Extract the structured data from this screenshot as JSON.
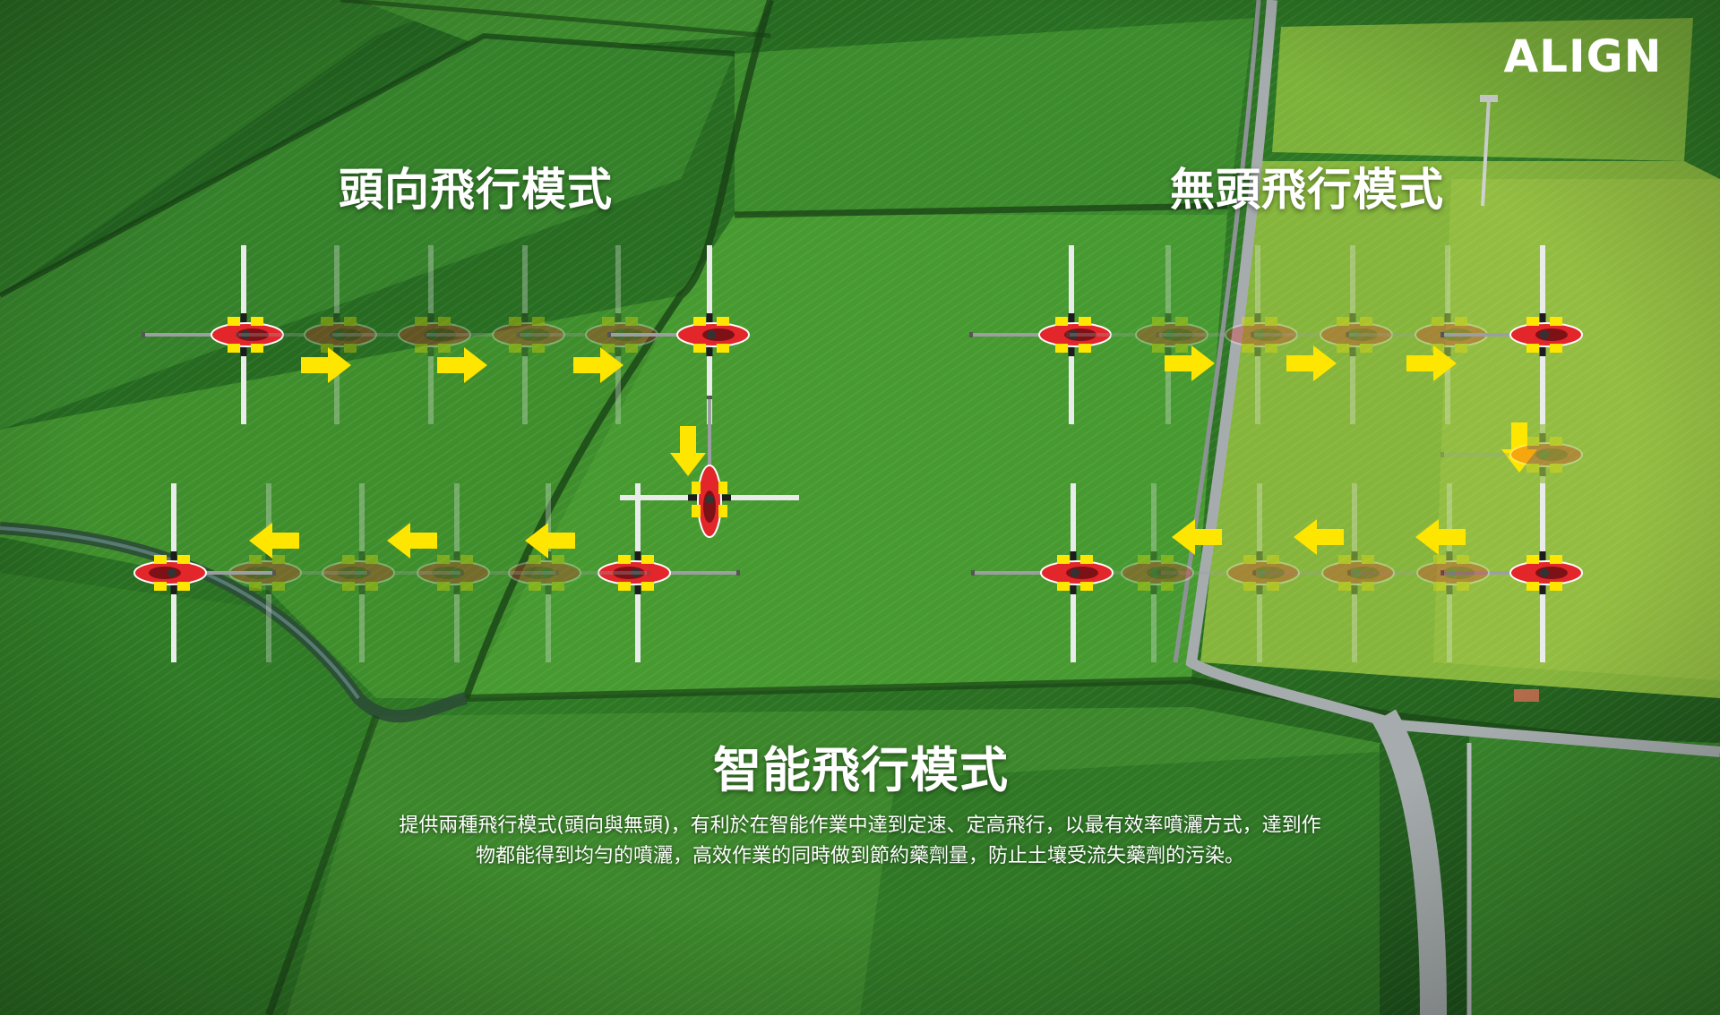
{
  "logo": {
    "text": "ALIGN"
  },
  "modes": {
    "heading_title": "頭向飛行模式",
    "headless_title": "無頭飛行模式",
    "smart_title": "智能飛行模式"
  },
  "description": {
    "line1": "提供兩種飛行模式(頭向與無頭)，有利於在智能作業中達到定速、定高飛行，以最有效率噴灑方式，達到作",
    "line2": "物都能得到均勻的噴灑，高效作業的同時做到節約藥劑量，防止土壤受流失藥劑的污染。"
  },
  "colors": {
    "field_dark": "#1f5a1d",
    "field_mid": "#3f8a2a",
    "field_light": "#6aa832",
    "arrow": "#ffe600",
    "heli_red": "#e2262a",
    "heli_yellow": "#ffe600",
    "road": "#9aa1a3"
  },
  "icons": [
    "helicopter-icon",
    "arrow-right-icon",
    "arrow-left-icon",
    "arrow-down-icon"
  ]
}
